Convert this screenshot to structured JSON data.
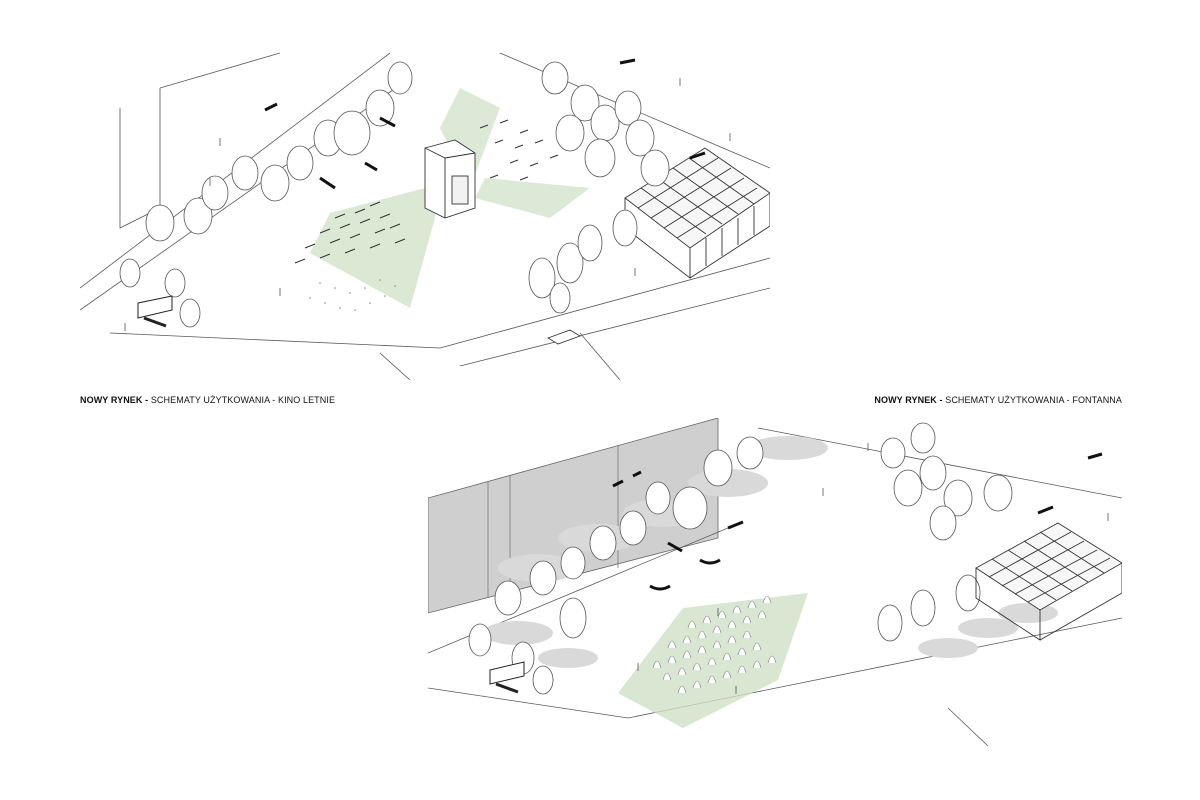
{
  "captions": {
    "kino": {
      "title": "NOWY RYNEK",
      "separator": " - ",
      "subtitle": "SCHEMATY UŻYTKOWANIA - KINO LETNIE"
    },
    "fontanna": {
      "title": "NOWY RYNEK",
      "separator": " - ",
      "subtitle": "SCHEMATY UŻYTKOWANIA - FONTANNA"
    }
  },
  "colors": {
    "accent_green": "#cfe0c6",
    "line": "#4a4a4a",
    "tree_fill": "#ffffff",
    "shadow": "#d4d4d4",
    "building_fill": "#cfcfcf"
  },
  "icons": [
    "tree-icon",
    "pergola-icon",
    "projector-icon",
    "bus-stop-icon",
    "car-icon",
    "fountain-jet-icon",
    "person-icon"
  ]
}
